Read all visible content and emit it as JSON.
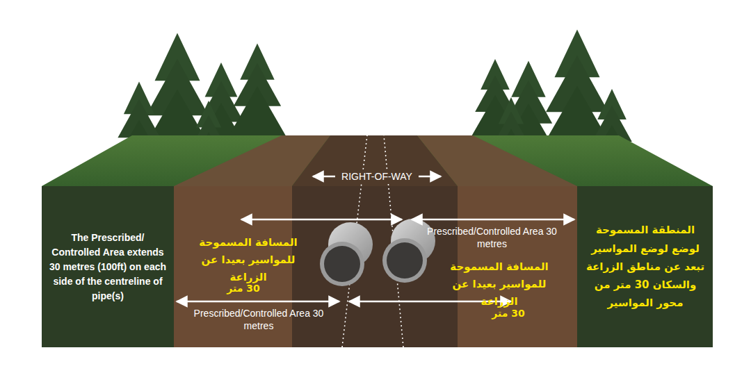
{
  "diagram": {
    "nodes": [
      {
        "text": [
          "The Prescribed/ Controlled Area extends 30 metres (100ft) on each side of the centreline of pipe(s)"
        ]
      },
      {
        "text": [
          "المنطقة المسموحة لوضع لوضع المواسير تبعد عن مناطق الزراعة والسكان 30 متر من محور المواسير"
        ]
      }
    ],
    "labels": [
      "RIGHT-OF-WAY",
      "المسافة المسموحة للمواسير بعيدا عن الزراعة",
      "Prescribed/Controlled Area 30 metres",
      "المسافة المسموحة للمواسير بعيدا عن الزراعة",
      "30 متر",
      "Prescribed/Controlled Area 30 metres",
      "30 متر"
    ]
  }
}
